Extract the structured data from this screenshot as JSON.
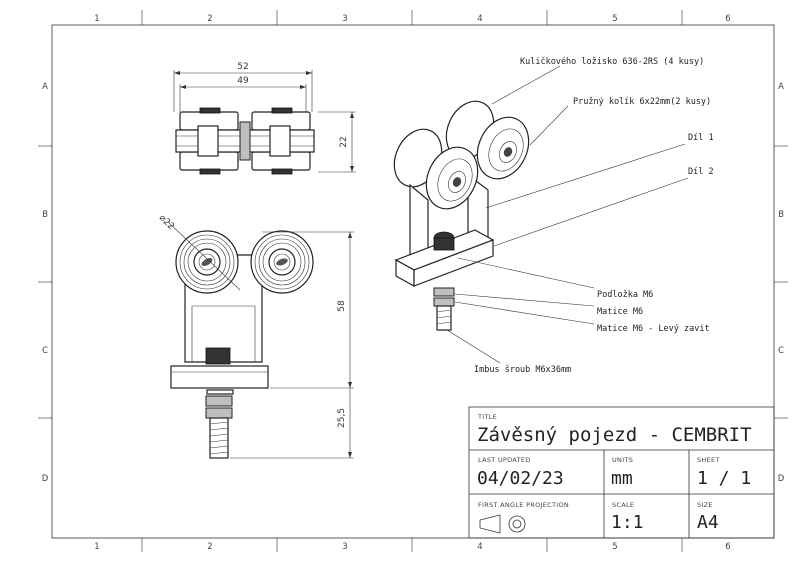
{
  "zones": {
    "columns": [
      "1",
      "2",
      "3",
      "4",
      "5",
      "6"
    ],
    "rows": [
      "A",
      "B",
      "C",
      "D"
    ]
  },
  "dimensions": {
    "width_outer": "52",
    "width_inner": "49",
    "height_top": "22",
    "wheel_diameter": "⌀22",
    "height_body": "58",
    "bolt_length": "25,5"
  },
  "callouts": [
    "Kuličkového ložisko 636-2RS (4 kusy)",
    "Pružný kolík 6x22mm(2 kusy)",
    "Díl 1",
    "Díl 2",
    "Podložka M6",
    "Matice M6",
    "Matice M6 - Levý zavit",
    "Imbus šroub M6x36mm"
  ],
  "title_block": {
    "title_label": "TITLE",
    "title": "Závěsný pojezd - CEMBRIT",
    "last_updated_label": "LAST UPDATED",
    "last_updated": "04/02/23",
    "units_label": "UNITS",
    "units": "mm",
    "sheet_label": "SHEET",
    "sheet": "1 / 1",
    "projection_label": "FIRST ANGLE PROJECTION",
    "scale_label": "SCALE",
    "scale": "1:1",
    "size_label": "SIZE",
    "size": "A4"
  },
  "colors": {
    "line": "#333333",
    "part_fill": "#ffffff",
    "dark_part": "#333333"
  }
}
